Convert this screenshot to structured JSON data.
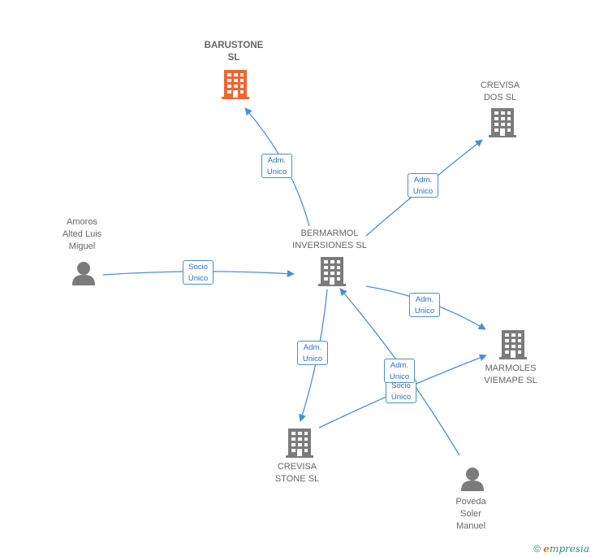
{
  "colors": {
    "edge": "#4a8fd4",
    "company": "#7b7b7b",
    "highlight": "#f26430",
    "person": "#7b7b7b"
  },
  "nodes": {
    "barustone": {
      "line1": "BARUSTONE",
      "line2": "SL"
    },
    "crevisa_dos": {
      "line1": "CREVISA",
      "line2": "DOS SL"
    },
    "bermarmol": {
      "line1": "BERMARMOL",
      "line2": "INVERSIONES SL"
    },
    "amoros": {
      "line1": "Amoros",
      "line2": "Alted Luis",
      "line3": "Miguel"
    },
    "marmoles": {
      "line1": "MARMOLES",
      "line2": "VIEMAPE SL"
    },
    "crevisa_stone": {
      "line1": "CREVISA",
      "line2": "STONE SL"
    },
    "poveda": {
      "line1": "Poveda",
      "line2": "Soler",
      "line3": "Manuel"
    }
  },
  "edges": {
    "e1": {
      "l1": "Adm.",
      "l2": "Unico"
    },
    "e2": {
      "l1": "Adm.",
      "l2": "Unico"
    },
    "e3": {
      "l1": "Socio",
      "l2": "Único"
    },
    "e4": {
      "l1": "Adm.",
      "l2": "Unico"
    },
    "e5": {
      "l1": "Adm.",
      "l2": "Unico"
    },
    "e6": {
      "l1": "Socio",
      "l2": "Único"
    },
    "e7": {
      "l1": "Adm.",
      "l2": "Unico"
    }
  },
  "footer": {
    "copyright": "©",
    "brand_e": "e",
    "brand_rest": "mpresia"
  }
}
